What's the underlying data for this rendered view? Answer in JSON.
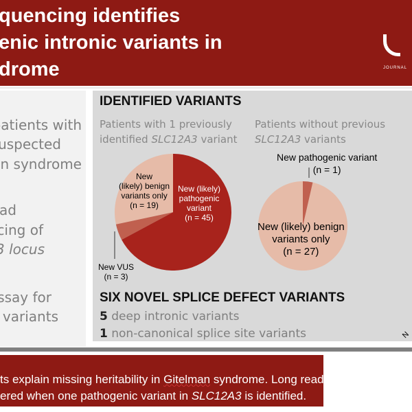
{
  "header": {
    "title_lines": [
      "quencing identifies",
      "enic intronic variants in",
      "drome"
    ],
    "logo_text": "JOURNAL"
  },
  "left_panel": {
    "lines": [
      "patients with",
      "uspected",
      "an syndrome",
      "ad",
      "cing of",
      "3 locus",
      "ssay for",
      "c variants"
    ]
  },
  "identified": {
    "heading": "IDENTIFIED VARIANTS",
    "group1": {
      "title1": "Patients with 1 previously",
      "title2a": "identified ",
      "title2b": "SLC12A3",
      "title2c": " variant"
    },
    "group2": {
      "title1": "Patients without previous",
      "title2a": "SLC12A3",
      "title2b": " variants"
    }
  },
  "chart_data": [
    {
      "type": "pie",
      "title": "Patients with 1 previously identified SLC12A3 variant",
      "slices": [
        {
          "label": "New (likely) pathogenic variant",
          "n": "(n = 45)",
          "value": 45,
          "color": "#a8231c"
        },
        {
          "label": "New VUS",
          "n": "(n = 3)",
          "value": 3,
          "color": "#c0604f"
        },
        {
          "label": "New (likely) benign variants only",
          "n": "(n = 19)",
          "value": 19,
          "color": "#e6bba8"
        }
      ]
    },
    {
      "type": "pie",
      "title": "Patients without previous SLC12A3 variants",
      "slices": [
        {
          "label": "New pathogenic variant",
          "n": "(n = 1)",
          "value": 1,
          "color": "#c0604f"
        },
        {
          "label": "New (likely) benign variants only",
          "n": "(n = 27)",
          "value": 27,
          "color": "#e6bba8"
        }
      ]
    }
  ],
  "labels": {
    "p1a": "New (likely)",
    "p1b": "pathogenic",
    "p1c": "variant",
    "p1d": "(n = 45)",
    "b1a": "New",
    "b1b": "(likely) benign",
    "b1c": "variants only",
    "b1d": "(n = 19)",
    "v1a": "New VUS",
    "v1b": "(n = 3)",
    "p2a": "New pathogenic variant",
    "p2b": "(n = 1)",
    "b2a": "New (likely) benign",
    "b2b": "variants only",
    "b2c": "(n = 27)"
  },
  "splice": {
    "heading": "SIX NOVEL SPLICE DEFECT VARIANTS",
    "items": [
      {
        "count": "5",
        "text": " deep intronic variants"
      },
      {
        "count": "1",
        "text": " non-canonical splice site variants"
      }
    ],
    "edge": "N"
  },
  "footer": {
    "line1a": "ts explain missing heritability in ",
    "line1b": "Gitelman",
    "line1c": " syndrome. Long read",
    "line2a": "ered when one pathogenic variant in ",
    "line2b": "SLC12A3",
    "line2c": " is identified."
  }
}
